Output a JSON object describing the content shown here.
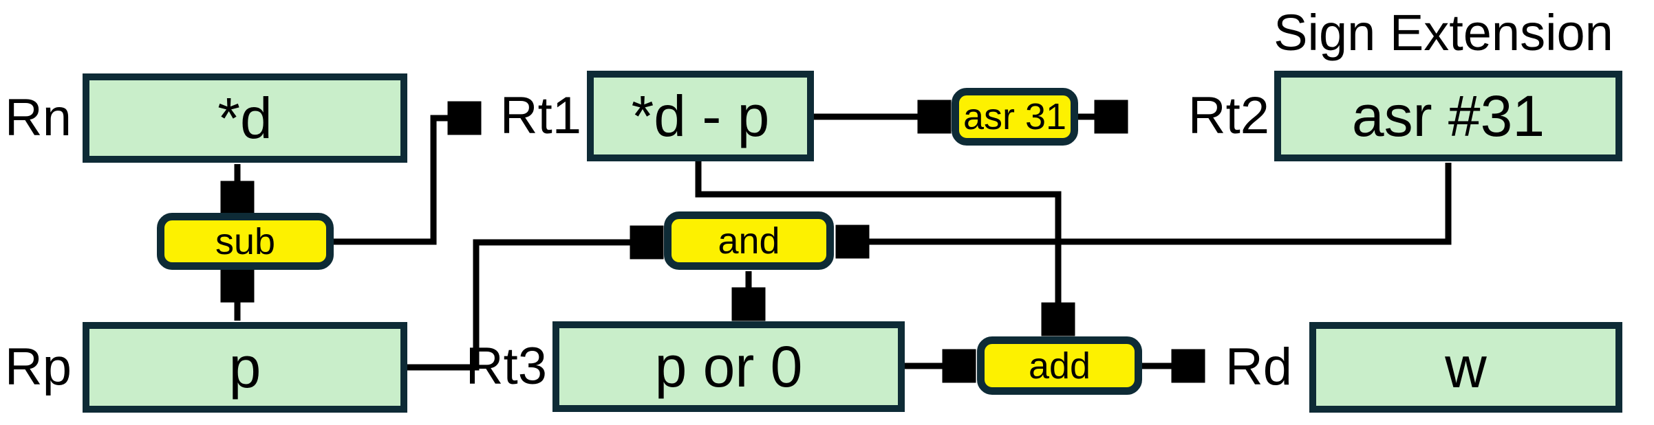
{
  "title": "Sign Extension",
  "registers": {
    "rn": {
      "label": "Rn",
      "value": "*d"
    },
    "rt1": {
      "label": "Rt1",
      "value": "*d - p"
    },
    "rt2": {
      "label": "Rt2",
      "value": "asr #31"
    },
    "rp": {
      "label": "Rp",
      "value": "p"
    },
    "rt3": {
      "label": "Rt3",
      "value": "p or 0"
    },
    "rd": {
      "label": "Rd",
      "value": "w"
    }
  },
  "operations": {
    "sub": {
      "label": "sub"
    },
    "and": {
      "label": "and"
    },
    "asr": {
      "label": "asr 31"
    },
    "add": {
      "label": "add"
    }
  },
  "colors": {
    "register_fill": "#c9eeca",
    "register_border": "#0e2b36",
    "operation_fill": "#fdf100",
    "operation_border": "#0e2b36",
    "connector": "#000000",
    "text": "#000000",
    "background": "#ffffff"
  }
}
